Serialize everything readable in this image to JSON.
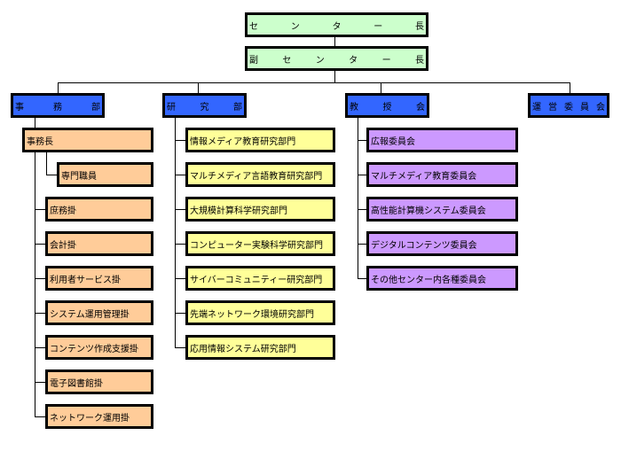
{
  "colors": {
    "director": "#CCFFCC",
    "division": "#3366FF",
    "office": "#FFCC99",
    "research": "#FFFF99",
    "committee": "#CC99FF"
  },
  "top": {
    "director": "センター長",
    "deputy_director": "副センター長"
  },
  "divisions": {
    "office": "事務部",
    "research": "研究部",
    "faculty": "教授会",
    "steering": "運営委員会"
  },
  "office": {
    "head": "事務長",
    "specialist": "専門職員",
    "sections": [
      "庶務掛",
      "会計掛",
      "利用者サービス掛",
      "システム運用管理掛",
      "コンテンツ作成支援掛",
      "電子図書館掛",
      "ネットワーク運用掛"
    ]
  },
  "research": {
    "departments": [
      "情報メディア教育研究部門",
      "マルチメディア言語教育研究部門",
      "大規模計算科学研究部門",
      "コンピューター実験科学研究部門",
      "サイバーコミュニティー研究部門",
      "先端ネットワーク環境研究部門",
      "応用情報システム研究部門"
    ]
  },
  "faculty": {
    "committees": [
      "広報委員会",
      "マルチメディア教育委員会",
      "高性能計算機システム委員会",
      "デジタルコンテンツ委員会",
      "その他センター内各種委員会"
    ]
  }
}
